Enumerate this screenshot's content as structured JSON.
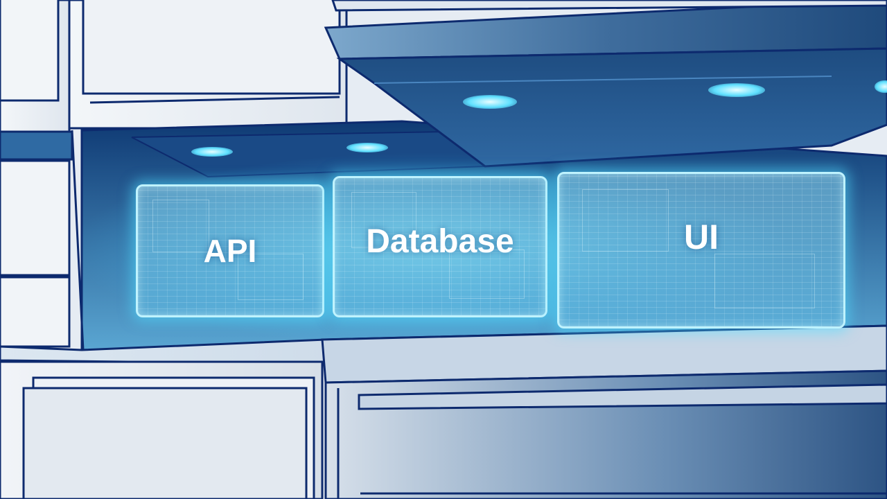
{
  "panels": {
    "api": {
      "label": "API"
    },
    "database": {
      "label": "Database"
    },
    "ui": {
      "label": "UI"
    }
  },
  "colors": {
    "outline": "#0d2a6e",
    "cabinet_light": "#e9eef4",
    "cabinet_dark": "#2f5f92",
    "glow": "#5fe0ff",
    "panel_border": "#bff3ff",
    "text": "#ffffff"
  }
}
